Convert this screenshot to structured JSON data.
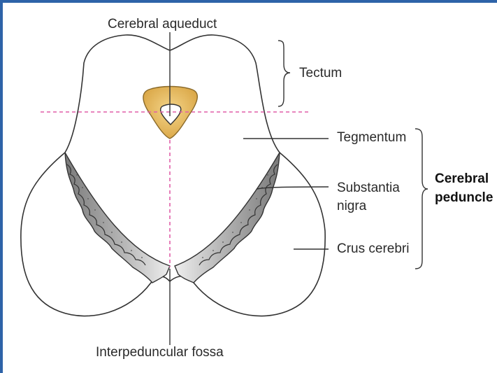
{
  "labels": {
    "cerebral_aqueduct": "Cerebral aqueduct",
    "tectum": "Tectum",
    "tegmentum": "Tegmentum",
    "substantia_nigra_1": "Substantia",
    "substantia_nigra_2": "nigra",
    "crus_cerebri": "Crus cerebri",
    "cerebral_peduncle_1": "Cerebral",
    "cerebral_peduncle_2": "peduncle",
    "interpeduncular_fossa": "Interpeduncular fossa"
  },
  "colors": {
    "frame": "#2e63a8",
    "outline": "#333333",
    "aqueduct_fill": "#e2b65a",
    "guide_line": "#e05fa8",
    "nigra_dark": "#7a7a7a",
    "nigra_light": "#e8e8e8"
  }
}
